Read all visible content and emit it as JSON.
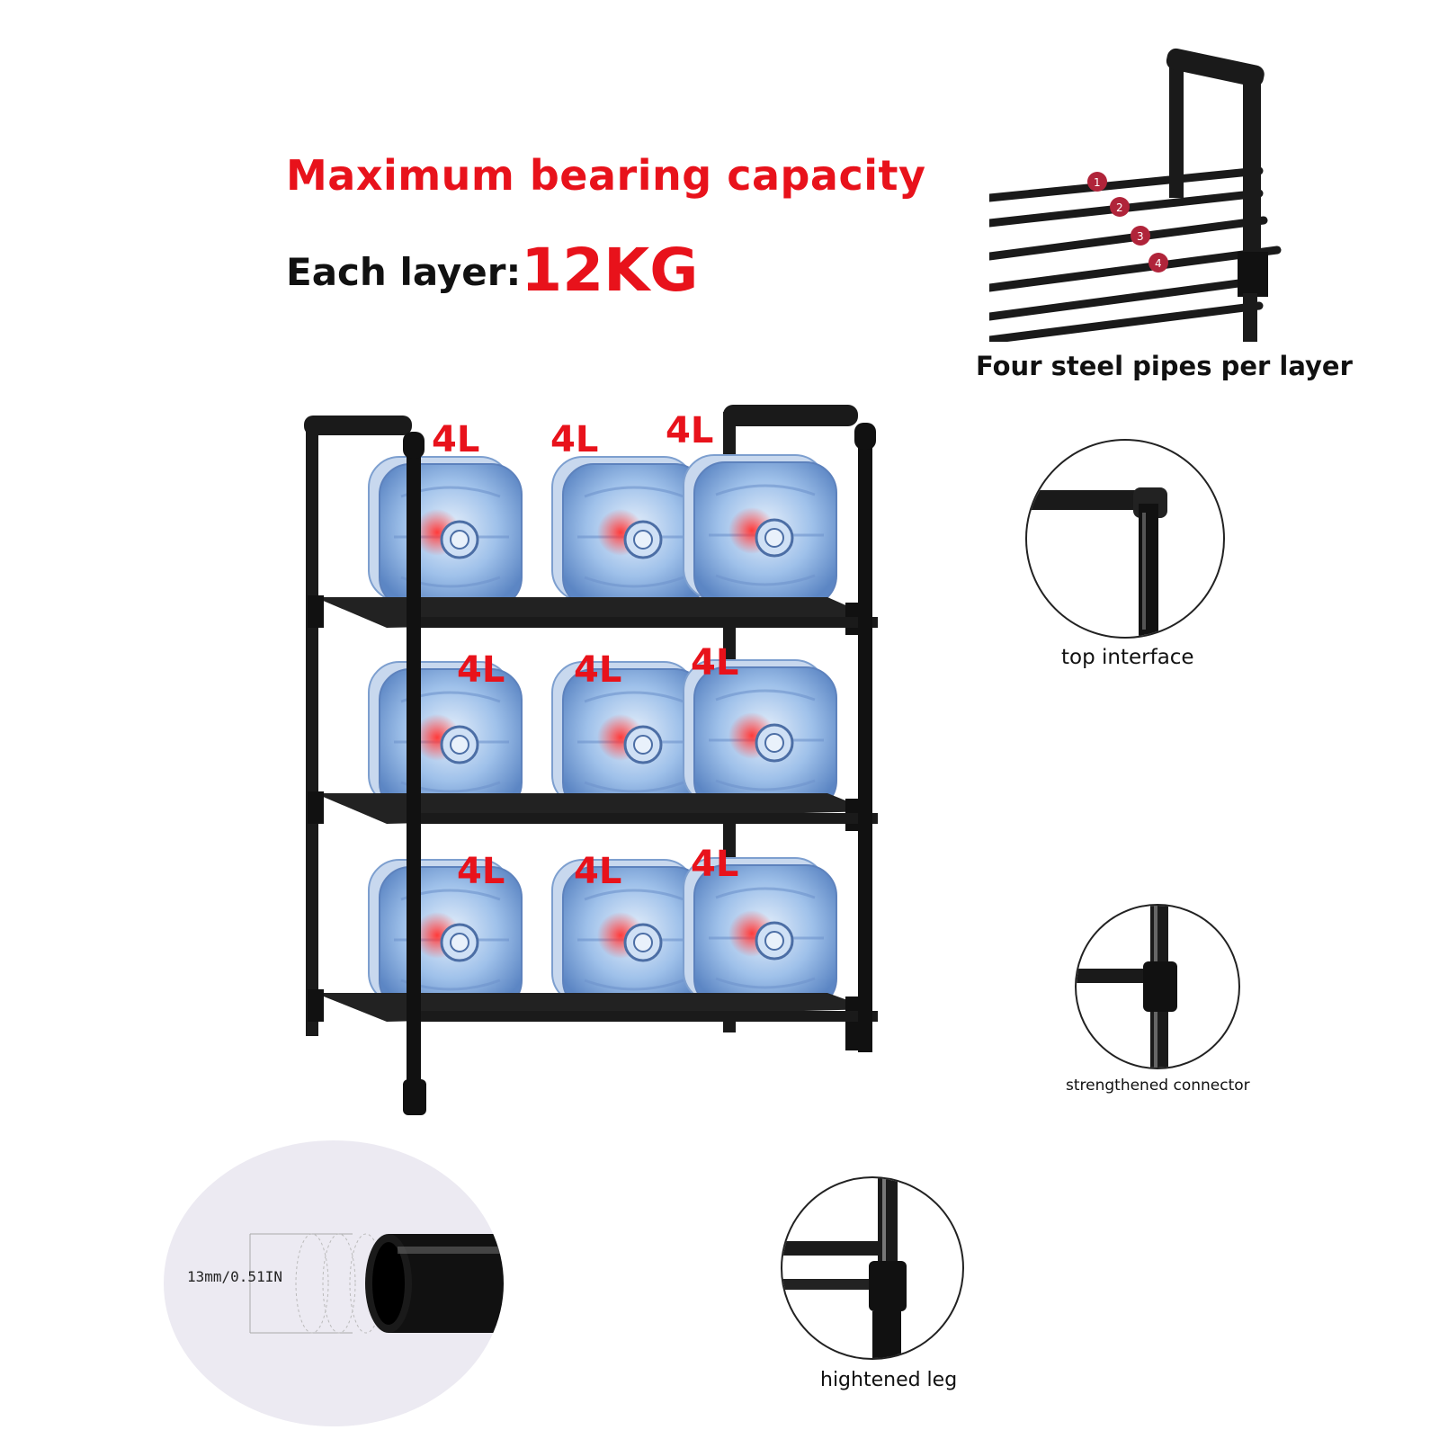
{
  "headline": "Maximum bearing capacity",
  "subline": {
    "prefix": "Each layer:",
    "value": "12KG"
  },
  "bottle_labels": {
    "row1": [
      "4L",
      "4L",
      "4L"
    ],
    "row2": [
      "4L",
      "4L",
      "4L"
    ],
    "row3": [
      "4L",
      "4L",
      "4L"
    ]
  },
  "pipe_numbers": [
    "1",
    "2",
    "3",
    "4"
  ],
  "captions": {
    "pipes": "Four steel pipes per layer",
    "top": "top interface",
    "connector": "strengthened connector",
    "leg": "hightened leg",
    "pipe_size": "13mm/0.51IN"
  },
  "colors": {
    "accent": "#e8121b",
    "frame": "#1a1a1a",
    "bottle": "#8fb8e6"
  }
}
